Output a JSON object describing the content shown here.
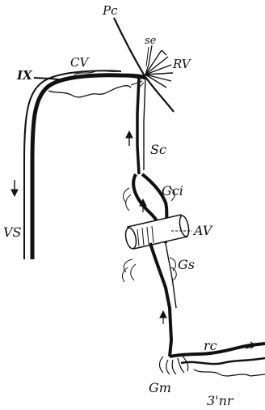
{
  "labels": {
    "pc": "Pc",
    "se": "se",
    "rv": "RV",
    "ix": "IX",
    "cv": "CV",
    "sc": "Sc",
    "gci": "Gci",
    "av": "AV",
    "gs": "Gs",
    "vs": "VS",
    "rc": "rc",
    "gm": "Gm",
    "nr3": "3'nr"
  },
  "colors": {
    "ink": "#111111",
    "paper": "#ffffff",
    "artery_shade": "#dddddd"
  }
}
